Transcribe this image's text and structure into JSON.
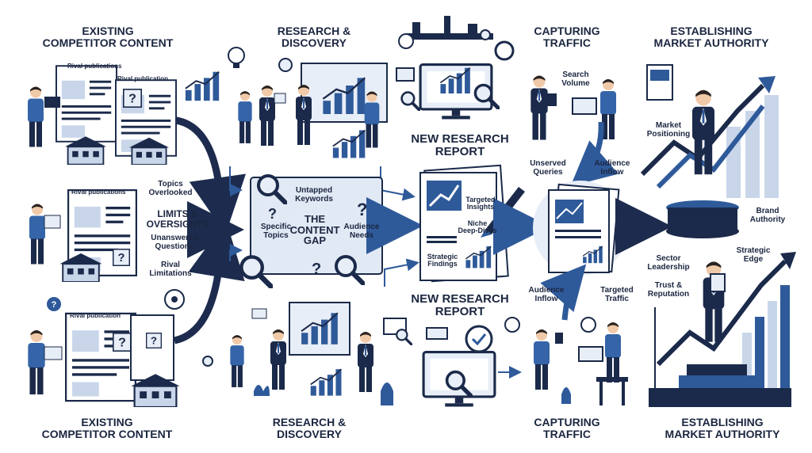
{
  "headers": {
    "competitor_top": "EXISTING\nCOMPETITOR CONTENT",
    "research_top": "RESEARCH &\nDISCOVERY",
    "traffic_top": "CAPTURING\nTRAFFIC",
    "authority_top": "ESTABLISHING\nMARKET AUTHORITY",
    "report_top": "NEW RESEARCH\nREPORT",
    "report_bottom": "NEW RESEARCH\nREPORT",
    "competitor_bottom": "EXISTING\nCOMPETITOR CONTENT",
    "research_bottom": "RESEARCH &\nDISCOVERY",
    "traffic_bottom": "CAPTURING\nTRAFFIC",
    "authority_bottom": "ESTABLISHING\nMARKET AUTHORITY"
  },
  "competitor_docs": {
    "rival_1": "Rival publications",
    "rival_2": "Rival publication",
    "rival_3": "Rival publications",
    "rival_4": "Rival publication"
  },
  "limits": {
    "topics_overlooked": "Topics\nOverlooked",
    "title": "LIMITS &\nOVERSIGHTS",
    "unanswered": "Unanswered\nQuestions",
    "rival_limitations": "Rival\nLimitations"
  },
  "gap": {
    "untapped": "Untapped\nKeywords",
    "specific_topics": "Specific\nTopics",
    "title": "THE\nCONTENT\nGAP",
    "audience_needs": "Audience\nNeeds"
  },
  "report": {
    "targeted_insights": "Targeted\nInsights",
    "niche": "Niche\nDeep-Dives",
    "strategic_findings": "Strategic\nFindings"
  },
  "traffic": {
    "search_volume": "Search\nVolume",
    "unserved_queries": "Unserved\nQueries",
    "audience_inflow_top": "Audience\nInflow",
    "audience_inflow_bottom": "Audience\nInflow",
    "targeted_traffic": "Targeted\nTraffic"
  },
  "authority": {
    "market_positioning": "Market\nPositioning",
    "brand_authority": "Brand\nAuthority",
    "strategic_edge": "Strategic\nEdge",
    "sector_leadership": "Sector\nLeadership",
    "trust_reputation": "Trust &\nReputation"
  },
  "colors": {
    "navy": "#1b2a4a",
    "blue": "#2f5a9a",
    "light_blue": "#c9d6ea",
    "pale": "#e8eef7",
    "arrow": "#1d2c4e"
  }
}
